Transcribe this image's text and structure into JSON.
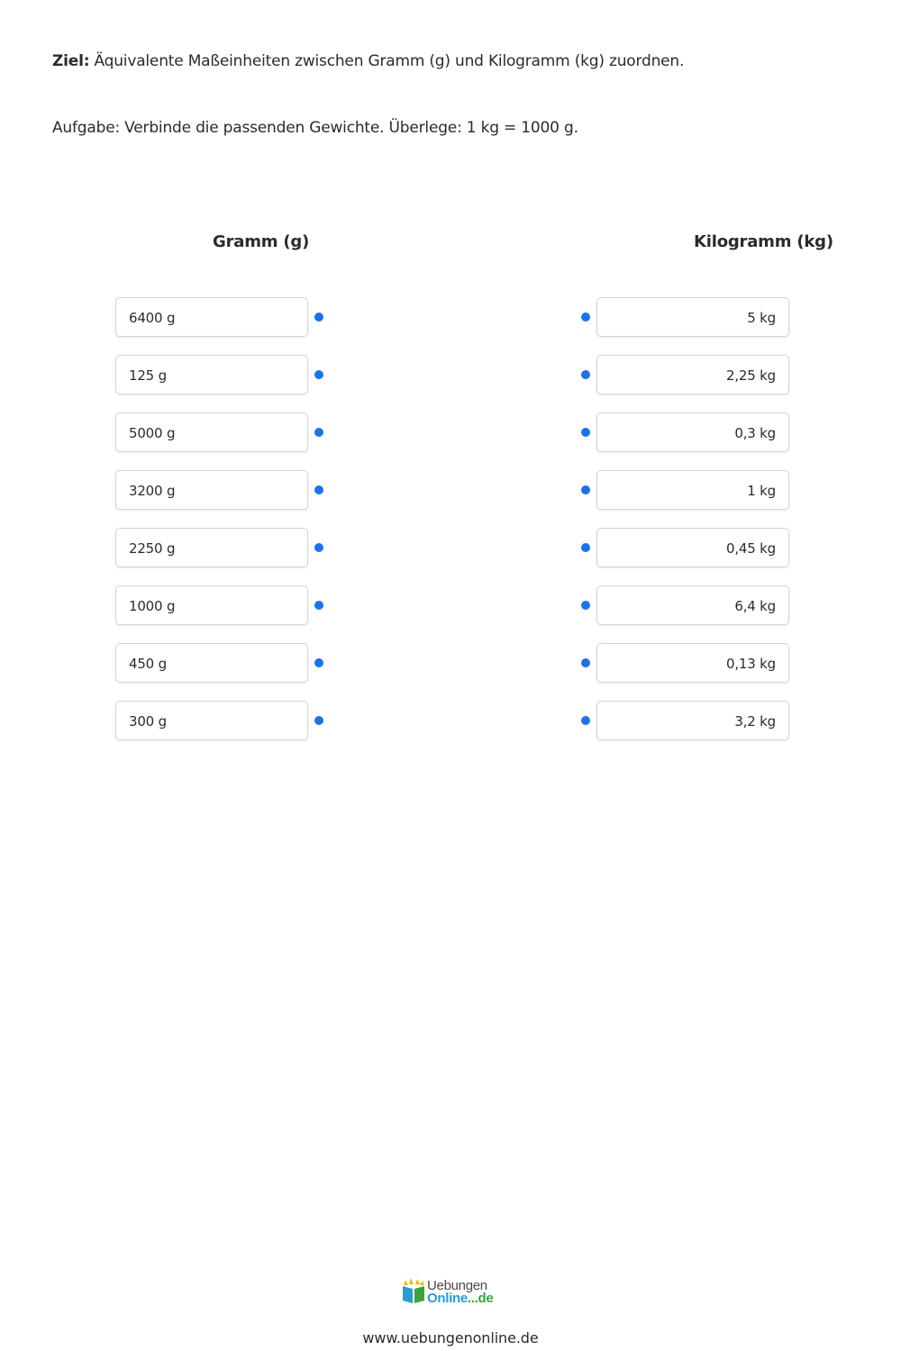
{
  "goal": {
    "label": "Ziel:",
    "text": " Äquivalente Maßeinheiten zwischen Gramm (g) und Kilogramm (kg) zuordnen."
  },
  "task": {
    "text": "Aufgabe: Verbinde die passenden Gewichte. Überlege: 1 kg = 1000 g."
  },
  "columns": {
    "left": {
      "heading": "Gramm (g)",
      "items": [
        "6400 g",
        "125 g",
        "5000 g",
        "3200 g",
        "2250 g",
        "1000 g",
        "450 g",
        "300 g"
      ]
    },
    "right": {
      "heading": "Kilogramm (kg)",
      "items": [
        "5 kg",
        "2,25 kg",
        "0,3 kg",
        "1 kg",
        "0,45 kg",
        "6,4 kg",
        "0,13 kg",
        "3,2 kg"
      ]
    }
  },
  "colors": {
    "dot": "#1a73e8"
  },
  "logo": {
    "icon": "book-logo-icon",
    "line1": "Uebungen",
    "line2": "Online",
    "line2_suffix": "...de"
  },
  "footer": {
    "url": "www.uebungenonline.de"
  }
}
